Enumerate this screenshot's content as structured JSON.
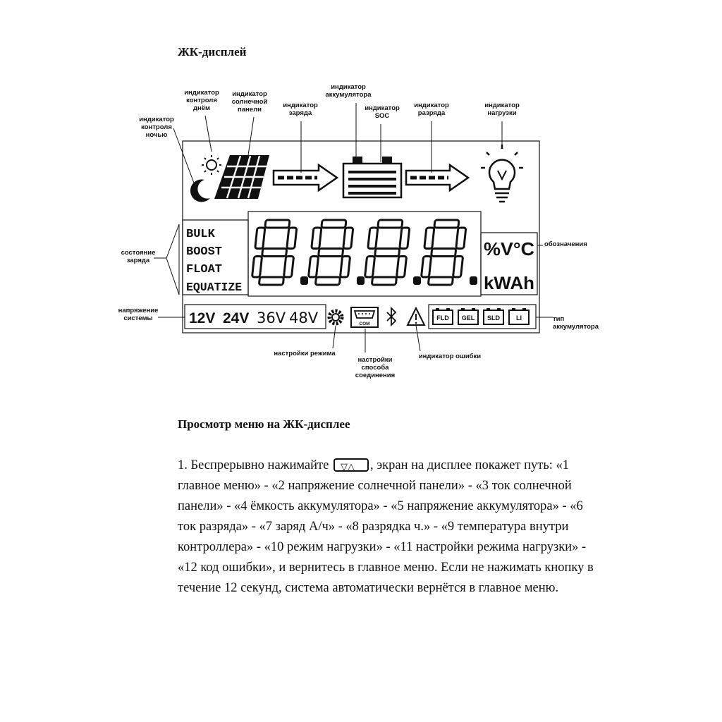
{
  "headings": {
    "lcd": "ЖК-дисплей",
    "menu": "Просмотр меню на ЖК-дисплее"
  },
  "labels": {
    "night": [
      "индикатор",
      "контроля",
      "ночью"
    ],
    "day": [
      "индикатор",
      "контроля",
      "днём"
    ],
    "solar": [
      "индикатор",
      "солнечной",
      "панели"
    ],
    "charge": [
      "индикатор",
      "заряда"
    ],
    "battery": [
      "индикатор",
      "аккумулятора"
    ],
    "soc": [
      "индикатор",
      "SOC"
    ],
    "discharge": [
      "индикатор",
      "разряда"
    ],
    "load": [
      "индикатор",
      "нагрузки"
    ],
    "charge_state": [
      "состояние",
      "заряда"
    ],
    "units_label": [
      "обозначения"
    ],
    "system_voltage": [
      "напряжение",
      "системы"
    ],
    "battery_type": [
      "тип",
      "аккумулятора"
    ],
    "mode_settings": [
      "настройки режима"
    ],
    "connection_settings": [
      "настройки",
      "способа",
      "соединения"
    ],
    "error_indicator": [
      "индикатор ошибки"
    ]
  },
  "lcd": {
    "states": [
      "BULK",
      "BOOST",
      "FLOAT",
      "EQUATIZE"
    ],
    "digits": "8.8.8.8.",
    "unit_top": "%V°C",
    "unit_bottom": "kWAh",
    "voltages_bold": [
      "12V",
      "24V"
    ],
    "voltages_thin": [
      "36V",
      "48V"
    ],
    "com": "COM",
    "battery_types": [
      "FLD",
      "GEL",
      "SLD",
      "LI"
    ]
  },
  "menu_text": {
    "before_button": "1. Беспрерывно нажимайте",
    "button_icon": "▽△",
    "after_button": ", экран на дисплее покажет путь: «1 главное меню» - «2 напряжение солнечной панели» - «3 ток солнечной панели» - «4 ёмкость аккумулятора» - «5 напряжение аккумулятора» - «6 ток разряда» - «7 заряд А/ч» - «8 разрядка ч.» - «9 температура внутри контроллера» - «10 режим нагрузки» - «11 настройки режима нагрузки» - «12 код ошибки», и вернитесь в главное меню. Если не нажимать кнопку в течение 12 секунд, система автоматически вернётся в главное меню."
  }
}
